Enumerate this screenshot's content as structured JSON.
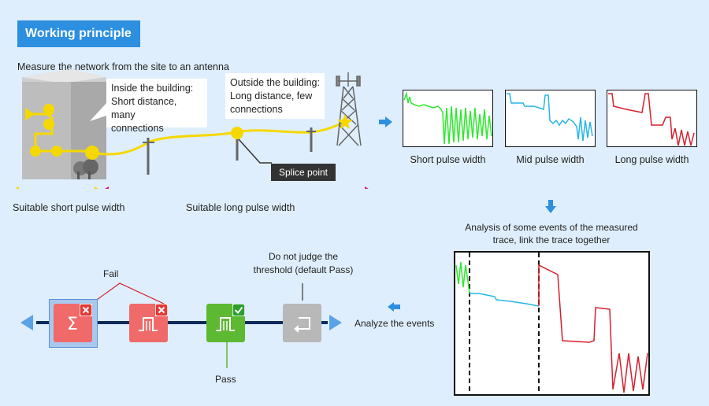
{
  "title": "Working principle",
  "intro": "Measure the network from the site to an antenna",
  "callout_inside": {
    "line1": "Inside the building:",
    "line2": "Short distance, many",
    "line3": "connections"
  },
  "callout_outside": {
    "line1": "Outside the building:",
    "line2": "Long distance, few",
    "line3": "connections"
  },
  "splice_label": "Splice point",
  "short_pulse_range_label": "Suitable short pulse width",
  "long_pulse_range_label": "Suitable long pulse width",
  "traces": [
    {
      "label": "Short pulse width",
      "color": "#2ee82e"
    },
    {
      "label": "Mid pulse width",
      "color": "#27b6e6"
    },
    {
      "label": "Long pulse width",
      "color": "#d6202e"
    }
  ],
  "analysis": {
    "line1": "Analysis of some events of the measured",
    "line2": "trace, link the trace together"
  },
  "analyze_label": "Analyze the events",
  "fail_label": "Fail",
  "pass_label": "Pass",
  "no_judge": {
    "line1": "Do not judge the",
    "line2": "threshold (default Pass)"
  },
  "colors": {
    "accent_blue": "#2c8fe0",
    "yellow": "#f5d800",
    "magenta": "#e0117f",
    "fail_red": "#f06a6a",
    "pass_green": "#5db832",
    "neutral_gray": "#b8b8b8",
    "background": "#dfeefc"
  },
  "icons": {
    "fail_1": "sigma-icon",
    "fail_2": "pulse-icon",
    "pass": "pulse-icon",
    "neutral": "loop-icon"
  }
}
